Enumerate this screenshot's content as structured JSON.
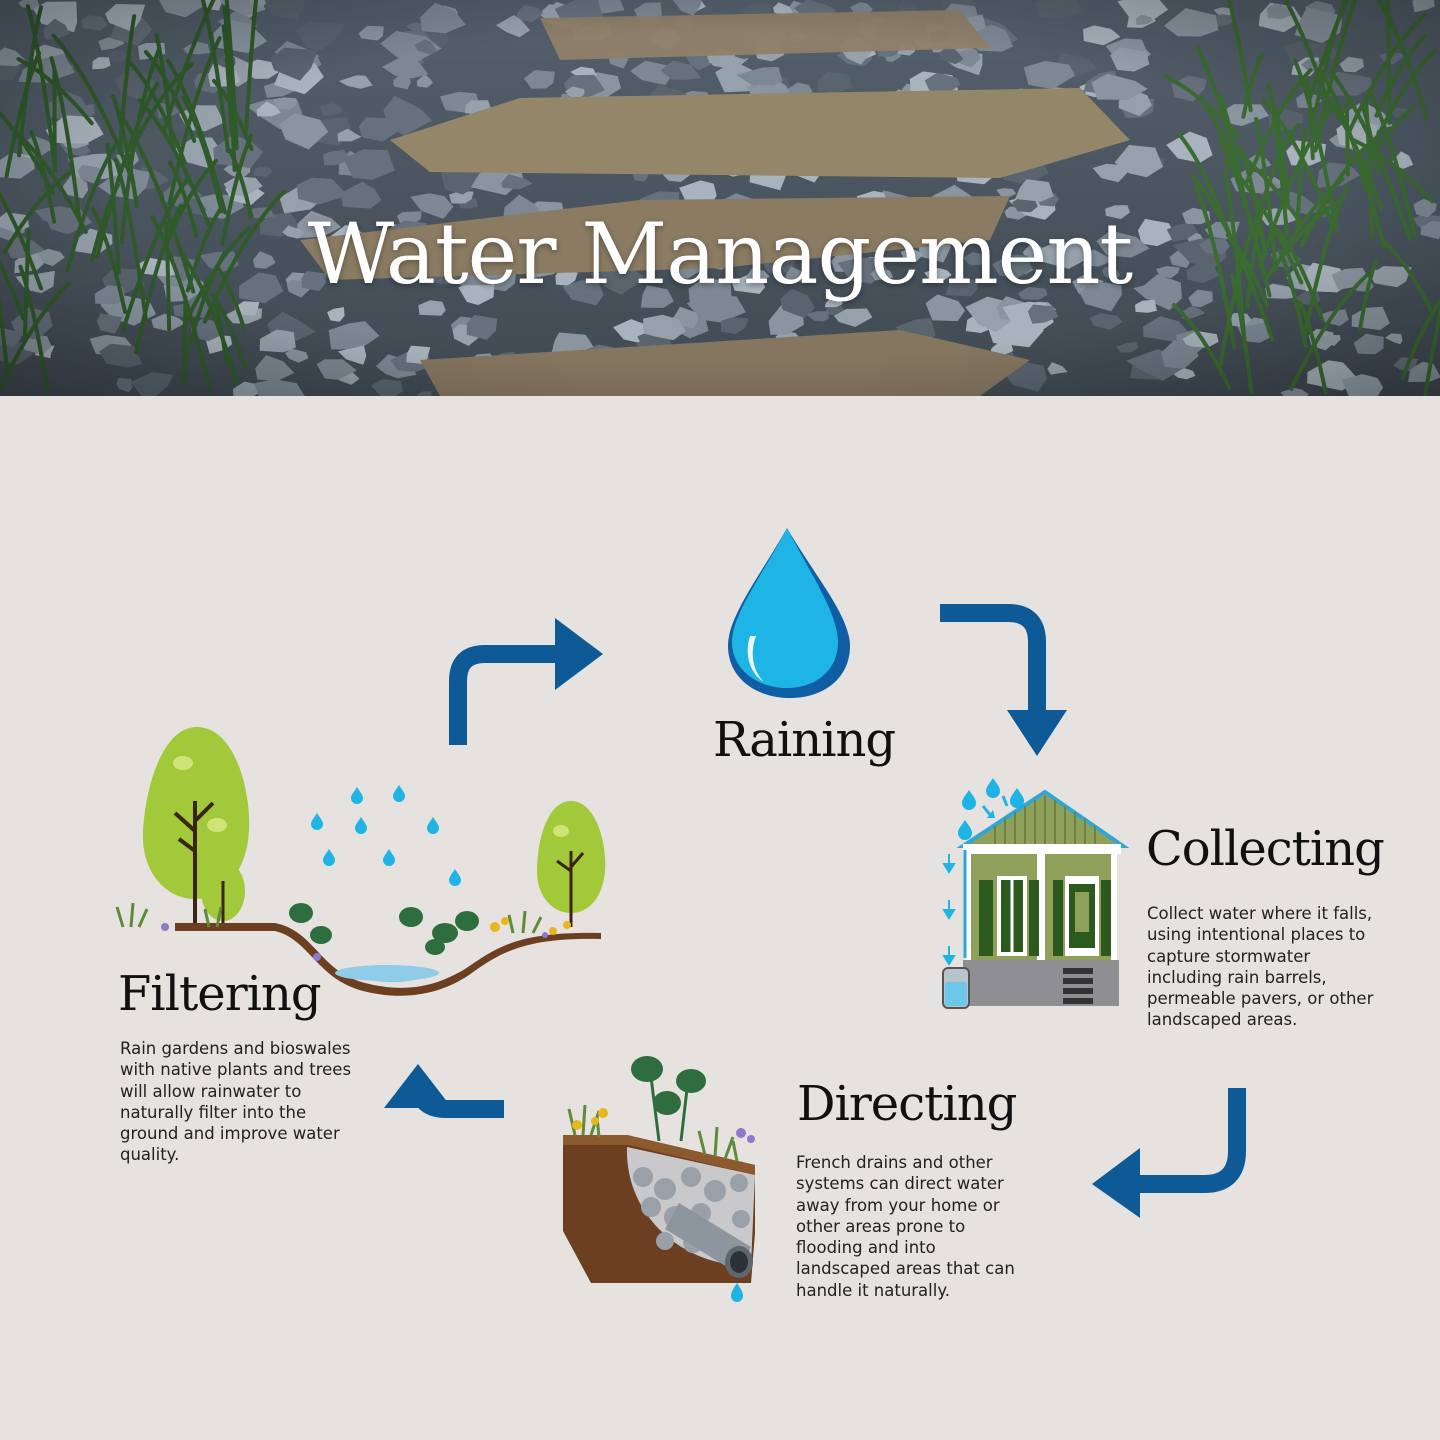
{
  "header": {
    "title": "Water Management"
  },
  "stages": {
    "raining": {
      "title": "Raining"
    },
    "collecting": {
      "title": "Collecting",
      "lines": [
        "Collect water where it falls,",
        "using intentional places to",
        "capture stormwater",
        "including rain barrels,",
        "permeable pavers, or other",
        "landscaped areas."
      ]
    },
    "directing": {
      "title": "Directing",
      "lines": [
        "French drains and other",
        "systems can direct water",
        "away from your home or",
        "other areas prone to",
        "flooding and into",
        "landscaped areas that can",
        "handle it naturally."
      ]
    },
    "filtering": {
      "title": "Filtering",
      "lines": [
        "Rain gardens and bioswales",
        "with native plants and trees",
        "will allow rainwater to",
        "naturally filter into the",
        "ground and improve water",
        "quality."
      ]
    }
  },
  "colors": {
    "arrow": "#0e5a96",
    "drop_light": "#1fb4e6",
    "drop_dark": "#0f5ea4",
    "background": "#e5e2df",
    "house_green": "#8fa05a",
    "shutter_green": "#2c5a1e",
    "tree_green": "#a2c93a"
  },
  "icons": {
    "raining": "water-drop-icon",
    "collecting": "house-with-rain-barrel-icon",
    "directing": "french-drain-icon",
    "filtering": "rain-garden-icon"
  }
}
